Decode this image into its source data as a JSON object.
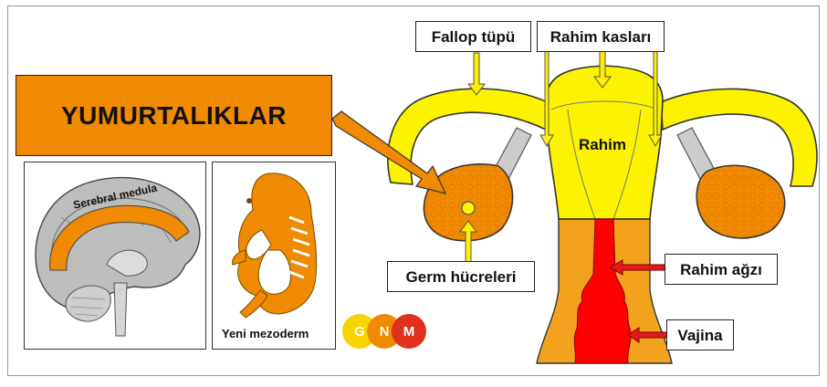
{
  "title": "YUMURTALIKLAR",
  "labels": {
    "fallopian_tube": "Fallop tüpü",
    "uterine_muscles": "Rahim kasları",
    "uterus": "Rahim",
    "germ_cells": "Germ hücreleri",
    "cervix": "Rahim ağzı",
    "vagina": "Vajina"
  },
  "brain_panel": {
    "label": "Serebral medula"
  },
  "embryo_panel": {
    "caption": "Yeni mezoderm"
  },
  "logo": {
    "letters": [
      "G",
      "N",
      "M"
    ],
    "colors": [
      "#f7d300",
      "#f08a00",
      "#e0301e"
    ]
  },
  "colors": {
    "ovary": "#f08a00",
    "uterus_body": "#fdf200",
    "cervix_region": "#f3a21e",
    "canal": "#ff0000",
    "arrow_red": "#e11b1b",
    "arrow_yellow": "#ffee00",
    "title_bg": "#f08a00"
  }
}
